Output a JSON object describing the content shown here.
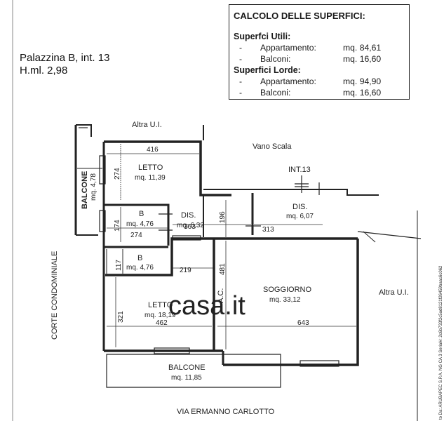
{
  "header": {
    "cut_text": "",
    "unit_title": "Palazzina B, int. 13",
    "ceiling_height": "H.ml. 2,98"
  },
  "calc": {
    "title": "CALCOLO DELLE SUPERFICI:",
    "useful_title": "Superfci Utili:",
    "gross_title": "Superfici Lorde:",
    "dash": "-",
    "useful": [
      {
        "label": "Appartamento:",
        "value": "mq. 84,61"
      },
      {
        "label": "Balconi:",
        "value": "mq. 16,60"
      }
    ],
    "gross": [
      {
        "label": "Appartamento:",
        "value": "mq. 94,90"
      },
      {
        "label": "Balconi:",
        "value": "mq. 16,60"
      }
    ]
  },
  "plan": {
    "altra_top": "Altra U.I.",
    "altra_right": "Altra U.I.",
    "vano_scala": "Vano Scala",
    "int_label": "INT.13",
    "corte": "CORTE CONDOMINIALE",
    "street": "VIA ERMANNO CARLOTTO",
    "rooms": {
      "letto1_name": "LETTO",
      "letto1_area": "mq. 11,39",
      "balcone_left_name": "BALCONE",
      "balcone_left_area": "mq. 4,78",
      "bagno1_name": "B",
      "bagno1_area": "mq. 4,76",
      "dis1_name": "DIS.",
      "dis1_area": "mq. 6,32",
      "dis2_name": "DIS.",
      "dis2_area": "mq. 6,07",
      "bagno2_name": "B",
      "bagno2_area": "mq. 4,76",
      "letto2_name": "LETTO",
      "letto2_area": "mq. 18,19",
      "ac_name": "A.C.",
      "soggiorno_name": "SOGGIORNO",
      "soggiorno_area": "mq. 33,12",
      "balcone_bottom_name": "BALCONE",
      "balcone_bottom_area": "mq. 11,85"
    },
    "dims": {
      "d416": "416",
      "d274a": "274",
      "d174": "174",
      "d274b": "274",
      "d363": "363",
      "d196": "196",
      "d313": "313",
      "d117": "117",
      "d219": "219",
      "d481": "481",
      "d321": "321",
      "d462": "462",
      "d643": "643"
    },
    "watermark": "casa.it",
    "side_note": "to Da: ARUBAPEC S.P.A. NG CA 3 Serial#: 2c6b733f2c5ad8121f26459baac6c062"
  }
}
